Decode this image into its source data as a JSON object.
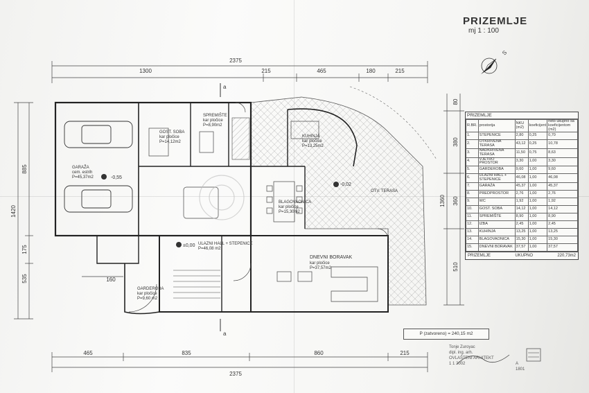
{
  "sheet": {
    "title": "PRIZEMLJE",
    "scale": "mj 1 : 100",
    "north_label": "S",
    "section_marks": [
      "a",
      "a"
    ]
  },
  "dimensions": {
    "top_total": "2375",
    "top_parts": [
      "1300",
      "215",
      "465",
      "180",
      "215"
    ],
    "bottom_parts": [
      "465",
      "835",
      "860",
      "215"
    ],
    "bottom_total": "2375",
    "left_total": "1420",
    "left_parts": [
      "885",
      "175",
      "535"
    ],
    "right_parts": [
      "80",
      "380",
      "1360",
      "360",
      "510"
    ],
    "misc": [
      "160"
    ]
  },
  "rooms": [
    {
      "name": "GARAŽA",
      "sub": "cem. estrih",
      "area": "P=45,37m2",
      "level": "-0,55"
    },
    {
      "name": "GOST. SOBA",
      "sub": "kar pločice",
      "area": "P=14,12m2"
    },
    {
      "name": "SPREMIŠTE",
      "sub": "kar pločice",
      "area": "P=8,90m2"
    },
    {
      "name": "KUHINJA",
      "sub": "kar pločice",
      "area": "P=13,25m2"
    },
    {
      "name": "BLAGOVAONICA",
      "sub": "kar pločice",
      "area": "P=15,30m2"
    },
    {
      "name": "ULAZNI HALL + STEPENICE",
      "sub": "",
      "area": "P=46,08 m2",
      "level": "±0,00"
    },
    {
      "name": "DNEVNI BORAVAK",
      "sub": "kar pločice",
      "area": "P=37,57m2"
    },
    {
      "name": "GARDEROBA",
      "sub": "kar pločice",
      "area": "P=9,60 m2"
    },
    {
      "name": "OTV. TERASA",
      "sub": "",
      "area": "",
      "level": "-0,02"
    }
  ],
  "legend": {
    "caption": "PRIZEMLJE",
    "headers": [
      "R.BR.",
      "prostorija",
      "NKU (m2)",
      "koeficijent",
      "neto ukupno sa koeficijentom (m2)"
    ],
    "rows": [
      [
        "1.",
        "STEPENICE",
        "2,80",
        "0,25",
        "0,70"
      ],
      [
        "2.",
        "OTKRIVENA TERASA",
        "43,12",
        "0,25",
        "10,78"
      ],
      [
        "3.",
        "NADKRIVENA TERASA",
        "11,50",
        "0,75",
        "8,63"
      ],
      [
        "4.",
        "VJETRO PROSTOR",
        "3,30",
        "1,00",
        "3,30"
      ],
      [
        "5.",
        "GARDEROBA",
        "9,60",
        "1,00",
        "9,60"
      ],
      [
        "6.",
        "ULAZNI HALL + STEPENICE",
        "46,08",
        "1,00",
        "46,08"
      ],
      [
        "7.",
        "GARAŽA",
        "45,37",
        "1,00",
        "45,37"
      ],
      [
        "8.",
        "PREDPROSTOR",
        "2,76",
        "1,00",
        "2,76"
      ],
      [
        "9.",
        "WC",
        "1,92",
        "1,00",
        "1,92"
      ],
      [
        "10.",
        "GOST. SOBA",
        "14,12",
        "1,00",
        "14,12"
      ],
      [
        "11.",
        "SPREMIŠTE",
        "8,90",
        "1,00",
        "8,90"
      ],
      [
        "12.",
        "IZBA",
        "2,45",
        "1,00",
        "2,45"
      ],
      [
        "13.",
        "KUHINJA",
        "13,25",
        "1,00",
        "13,25"
      ],
      [
        "14.",
        "BLAGOVAONICA",
        "15,30",
        "1,00",
        "15,30"
      ],
      [
        "15.",
        "DNEVNI BORAVAK",
        "37,57",
        "1,00",
        "37,57"
      ]
    ],
    "total_label": "PRIZEMLJE",
    "total_sub": "UKUPNO",
    "total_value": "220,73m2"
  },
  "closed_area": "P (zatvoreno) = 240,15 m2",
  "stamp_lines": [
    "Tonje Zuroyac",
    "dipl. ing. arh.",
    "OVLAŠTENI ARHITEKT",
    "1 1 2002",
    "A 1801"
  ]
}
